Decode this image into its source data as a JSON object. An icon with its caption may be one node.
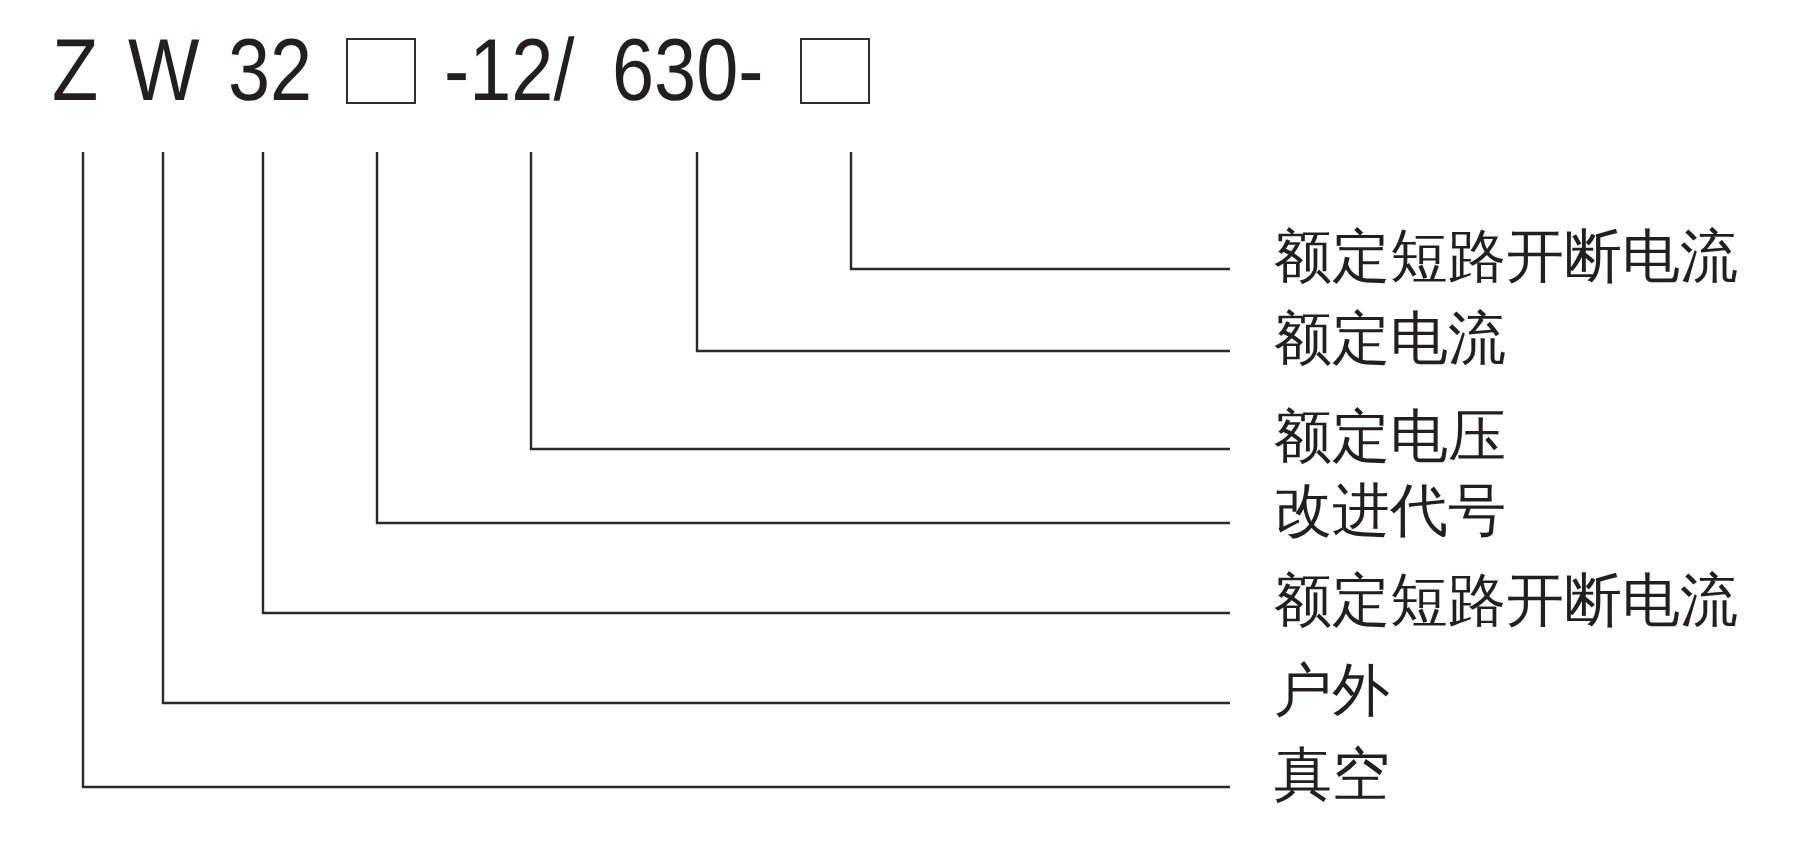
{
  "diagram": {
    "nodes": [
      {
        "text": [
          "Z"
        ]
      },
      {
        "text": [
          "W"
        ]
      },
      {
        "text": [
          "32"
        ]
      },
      {
        "text": [],
        "shape": "box"
      },
      {
        "text": [
          "-12/"
        ]
      },
      {
        "text": [
          "630-"
        ]
      },
      {
        "text": [],
        "shape": "box"
      },
      {
        "text": [
          "额定短路开断电流"
        ]
      },
      {
        "text": [
          "额定电流"
        ]
      },
      {
        "text": [
          "额定电压"
        ]
      },
      {
        "text": [
          "改进代号"
        ]
      },
      {
        "text": [
          "额定短路开断电流"
        ]
      },
      {
        "text": [
          "户外"
        ]
      },
      {
        "text": [
          "真空"
        ]
      }
    ],
    "edges": [
      {
        "from": 7,
        "to": 6,
        "arrow": "none"
      },
      {
        "from": 8,
        "to": 5,
        "arrow": "none"
      },
      {
        "from": 9,
        "to": 4,
        "arrow": "none"
      },
      {
        "from": 10,
        "to": 3,
        "arrow": "none"
      },
      {
        "from": 11,
        "to": 2,
        "arrow": "none"
      },
      {
        "from": 12,
        "to": 1,
        "arrow": "none"
      },
      {
        "from": 13,
        "to": 0,
        "arrow": "none"
      }
    ]
  }
}
